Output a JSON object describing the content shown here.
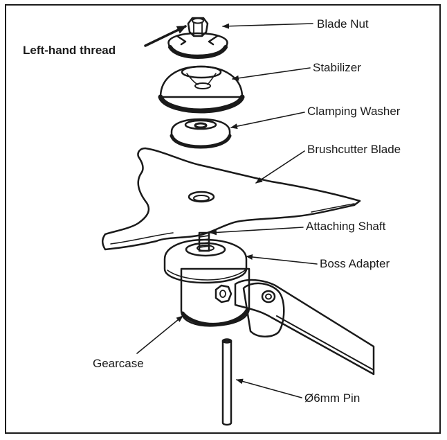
{
  "labels": {
    "left_hand_thread": "Left-hand thread",
    "blade_nut": "Blade Nut",
    "stabilizer": "Stabilizer",
    "clamping_washer": "Clamping Washer",
    "brushcutter_blade": "Brushcutter Blade",
    "attaching_shaft": "Attaching Shaft",
    "boss_adapter": "Boss Adapter",
    "gearcase": "Gearcase",
    "pin": "Ø6mm Pin"
  },
  "colors": {
    "ink": "#1a1a1a",
    "paper": "#ffffff",
    "shade": "#bdbdbd"
  }
}
